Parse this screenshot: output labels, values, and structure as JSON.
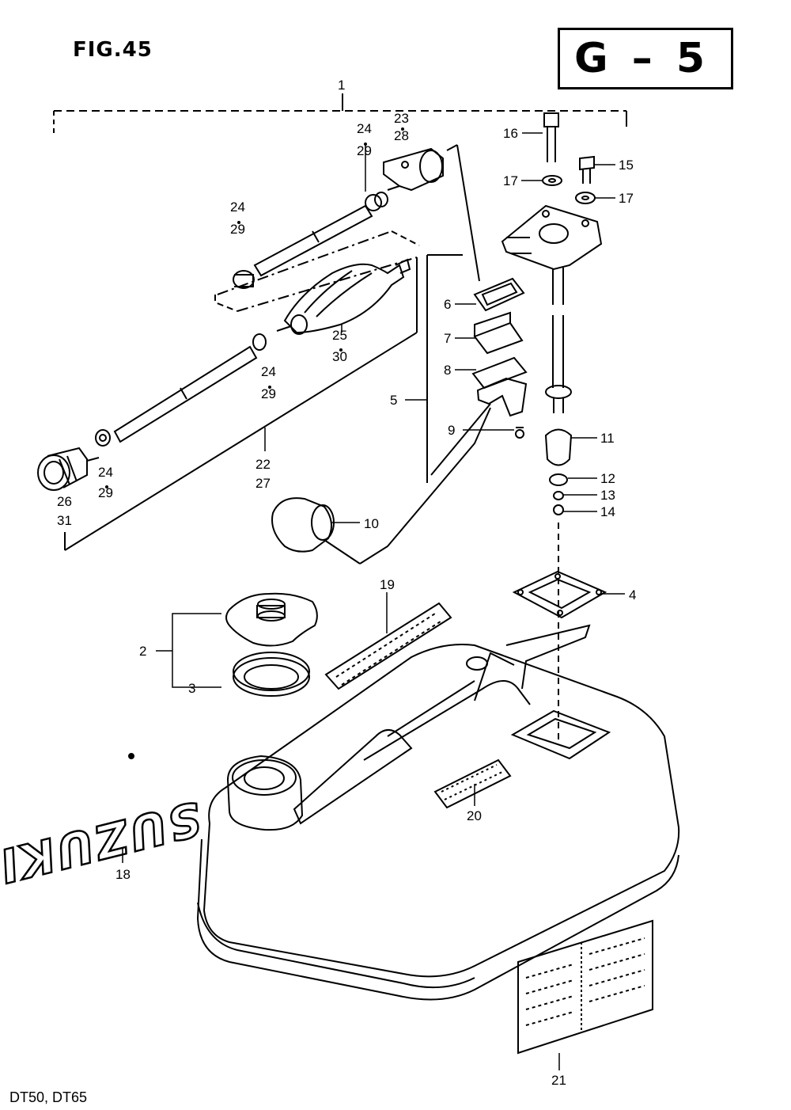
{
  "header": {
    "figure": "FIG.45",
    "code": "G – 5"
  },
  "footer": {
    "models": "DT50, DT65"
  },
  "brand_text": "SUZUKI",
  "labels": {
    "l1": "1",
    "l2": "2",
    "l3": "3",
    "l4": "4",
    "l5": "5",
    "l6": "6",
    "l7": "7",
    "l8": "8",
    "l9": "9",
    "l10": "10",
    "l11": "11",
    "l12": "12",
    "l13": "13",
    "l14": "14",
    "l15": "15",
    "l16": "16",
    "l17a": "17",
    "l17b": "17",
    "l18": "18",
    "l19": "19",
    "l20": "20",
    "l21": "21",
    "l22": "22",
    "l27": "27",
    "l23": "23",
    "l28": "28",
    "l24a": "24",
    "l29a": "29",
    "l24b": "24",
    "l29b": "29",
    "l24c": "24",
    "l29c": "29",
    "l24d": "24",
    "l29d": "29",
    "l25": "25",
    "l30": "30",
    "l26": "26",
    "l31": "31"
  }
}
